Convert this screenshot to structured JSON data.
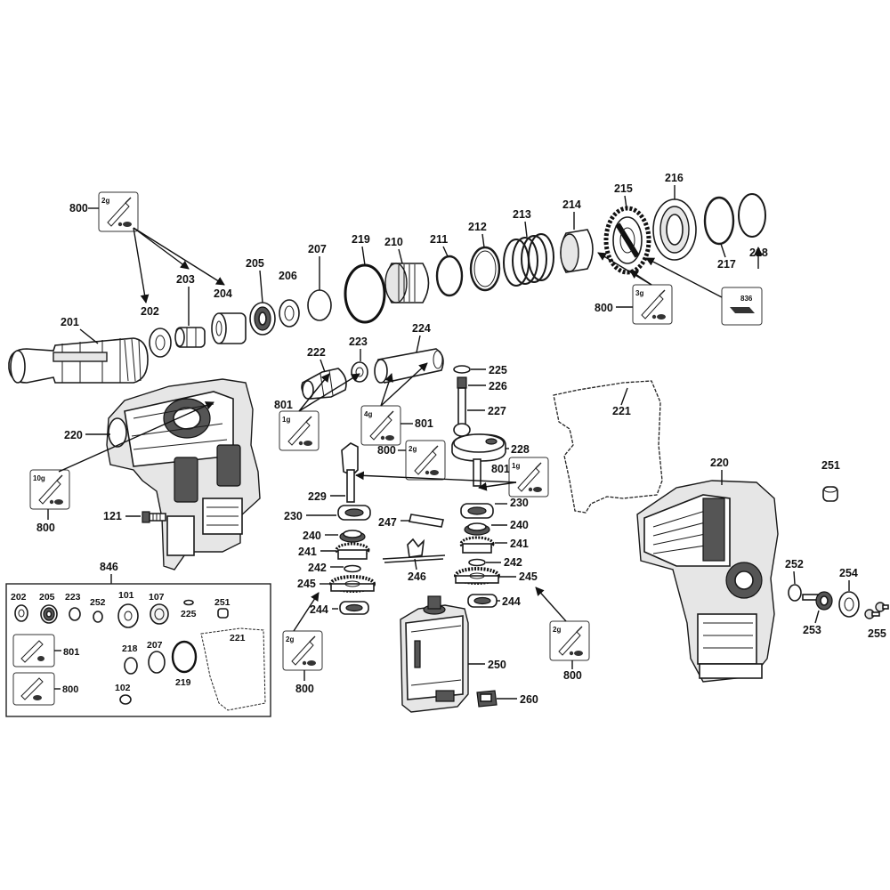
{
  "labels": {
    "l800a": "800",
    "l202": "202",
    "l203": "203",
    "l204": "204",
    "l201": "201",
    "l205": "205",
    "l206": "206",
    "l207": "207",
    "l219": "219",
    "l210": "210",
    "l211": "211",
    "l212": "212",
    "l213": "213",
    "l214": "214",
    "l215": "215",
    "l216": "216",
    "l217": "217",
    "l218": "218",
    "l836": "836",
    "l800b": "800",
    "l222": "222",
    "l223": "223",
    "l224": "224",
    "l225": "225",
    "l226": "226",
    "l227": "227",
    "l801a": "801",
    "l801b": "801",
    "l221": "221",
    "l220a": "220",
    "l800c": "800",
    "l228": "228",
    "l801c": "801",
    "l229": "229",
    "l230a": "230",
    "l230b": "230",
    "l247": "247",
    "l240a": "240",
    "l240b": "240",
    "l241a": "241",
    "l241b": "241",
    "l242a": "242",
    "l242b": "242",
    "l246": "246",
    "l245a": "245",
    "l245b": "245",
    "l244a": "244",
    "l244b": "244",
    "l800d": "800",
    "l121": "121",
    "l250": "250",
    "l260": "260",
    "l800e": "800",
    "l800f": "800",
    "l220b": "220",
    "l251": "251",
    "l252": "252",
    "l253": "253",
    "l254": "254",
    "l255": "255",
    "l846": "846"
  },
  "grease": {
    "g2a": "2g",
    "g3": "3g",
    "g1a": "1g",
    "g4": "4g",
    "g2b": "2g",
    "g1b": "1g",
    "g10": "10g",
    "g2c": "2g",
    "g2d": "2g"
  },
  "kit": {
    "k202": "202",
    "k205": "205",
    "k223": "223",
    "k252": "252",
    "k101": "101",
    "k107": "107",
    "k251": "251",
    "k225": "225",
    "k221": "221",
    "k801": "801",
    "k218": "218",
    "k207": "207",
    "k219": "219",
    "k800": "800",
    "k102": "102"
  }
}
